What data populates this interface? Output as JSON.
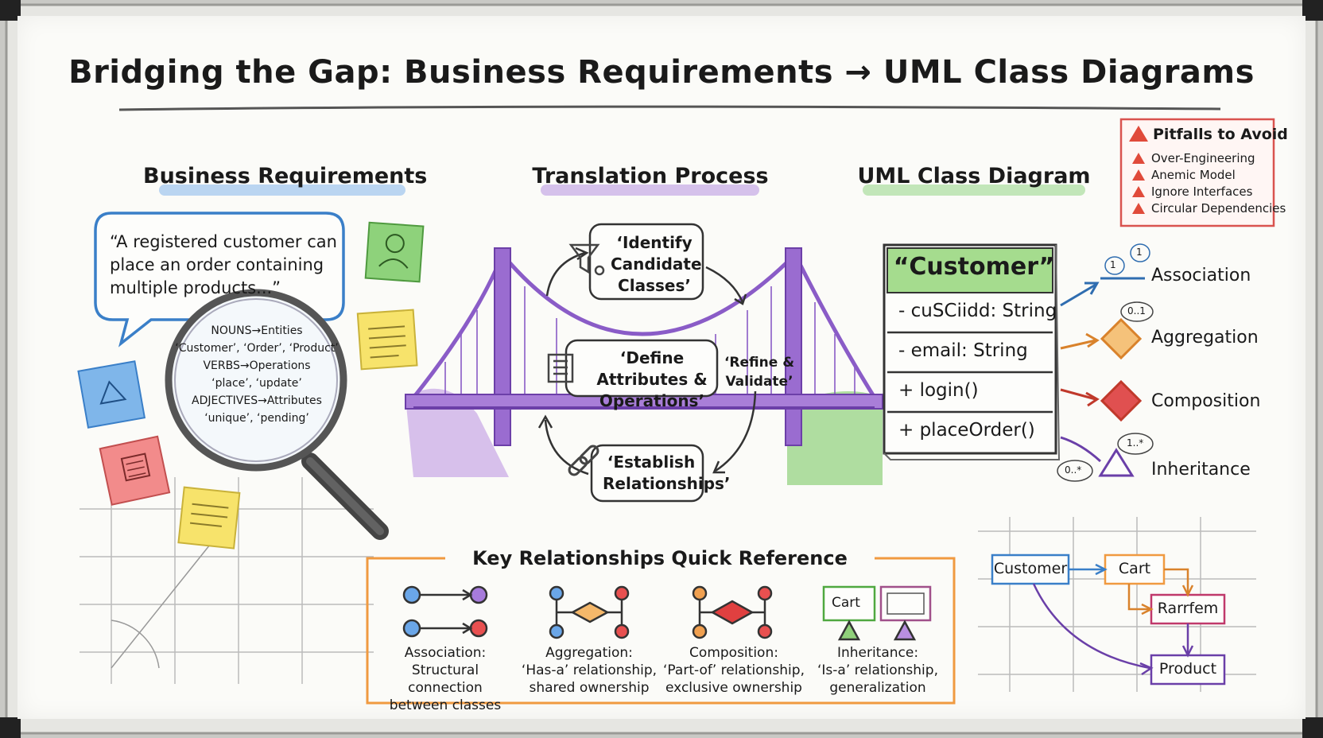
{
  "title": "Bridging the Gap: Business Requirements → UML Class Diagrams",
  "sections": {
    "business": "Business Requirements",
    "translation": "Translation Process",
    "uml": "UML Class Diagram"
  },
  "requirement_quote": "“A registered customer can place an order containing multiple products...”",
  "magnifier": {
    "nouns": "NOUNS→Entities",
    "nouns_examples": "‘Customer’, ‘Order’, ‘Product’",
    "verbs": "VERBS→Operations",
    "verbs_examples": "‘place’, ‘update’",
    "adjectives": "ADJECTIVES→Attributes",
    "adjectives_examples": "‘unique’, ‘pending’"
  },
  "steps": {
    "identify": "‘Identify Candidate Classes’",
    "define": "‘Define Attributes & Operations’",
    "establish": "‘Establish Relationships’",
    "refine": "‘Refine & Validate’"
  },
  "uml_class": {
    "name": "“Customer”",
    "rows": [
      "- cuSCiidd: String",
      "- email: String",
      "+ login()",
      "+ placeOrder()"
    ]
  },
  "relationships": [
    {
      "label": "Association",
      "multiplicity": "1"
    },
    {
      "label": "Aggregation",
      "multiplicity": "0..1"
    },
    {
      "label": "Composition",
      "multiplicity": ""
    },
    {
      "label": "Inheritance",
      "multiplicity": "1..*"
    }
  ],
  "association_extra_multiplicity": "1",
  "inheritance_extra_multiplicity": "0..*",
  "pitfalls": {
    "title": "Pitfalls to Avoid",
    "items": [
      "Over-Engineering",
      "Anemic Model",
      "Ignore Interfaces",
      "Circular Dependencies"
    ]
  },
  "quick_reference": {
    "title": "Key Relationships Quick Reference",
    "items": [
      {
        "name": "Association:",
        "line1": "Structural connection",
        "line2": "between classes"
      },
      {
        "name": "Aggregation:",
        "line1": "‘Has-a’ relationship,",
        "line2": "shared ownership"
      },
      {
        "name": "Composition:",
        "line1": "‘Part-of’ relationship,",
        "line2": "exclusive ownership"
      },
      {
        "name": "Inheritance:",
        "line1": "‘Is-a’ relationship,",
        "line2": "generalization"
      }
    ],
    "cart_label": "Cart"
  },
  "mini_diagram": {
    "customer": "Customer",
    "cart": "Cart",
    "middle": "Rarrfem",
    "product": "Product"
  },
  "colors": {
    "blue": "#4a90d9",
    "purple": "#8a5cc7",
    "green": "#5cb85c",
    "orange": "#f0a050",
    "red": "#d9534f"
  },
  "icons": [
    "person-icon",
    "sticky-note-icon",
    "funnel-icon",
    "list-icon",
    "link-icon",
    "magnifier-icon",
    "warning-icon",
    "bridge-icon"
  ]
}
